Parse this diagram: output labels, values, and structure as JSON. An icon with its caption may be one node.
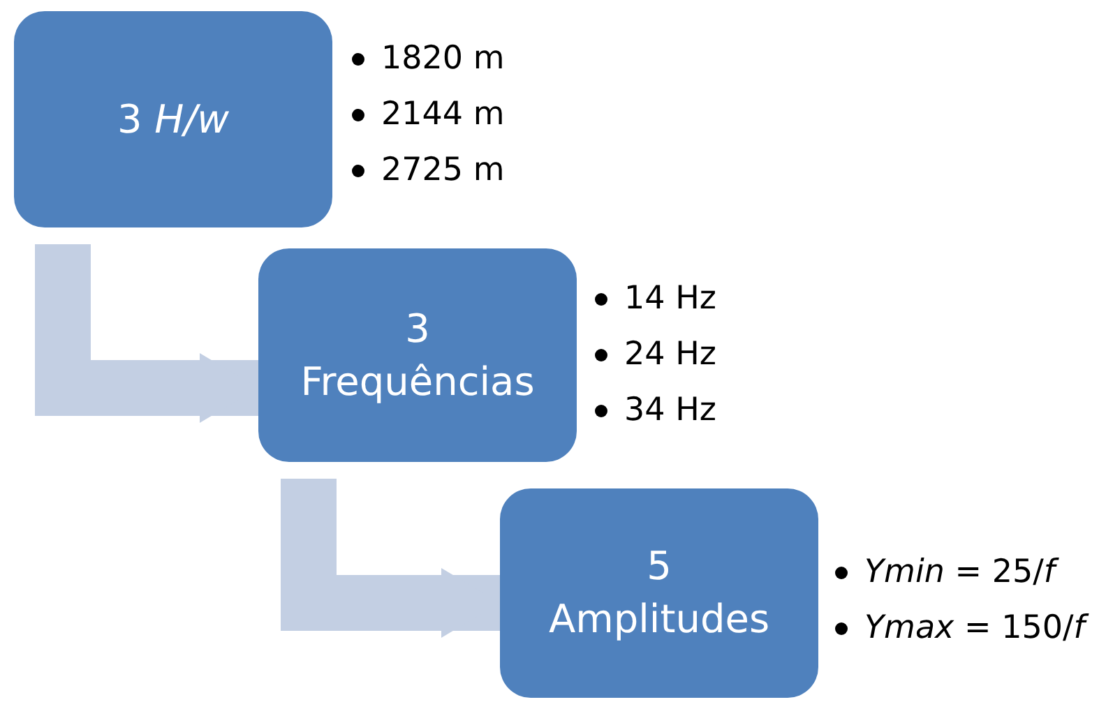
{
  "diagram": {
    "nodes": [
      {
        "text": [
          "3 *H/w*"
        ],
        "beside": [
          "1820 m",
          "2144 m",
          "2725 m"
        ]
      },
      {
        "text": [
          "3 Frequências"
        ],
        "beside": [
          "14 Hz",
          "24 Hz",
          "34 Hz"
        ]
      },
      {
        "text": [
          "5 Amplitudes"
        ],
        "beside": [
          "*Ymin* = 25/*f*",
          "*Ymax* = 150/*f*"
        ]
      }
    ],
    "edges": [
      {
        "from": 0,
        "to": 1,
        "arrow": "to"
      },
      {
        "from": 1,
        "to": 2,
        "arrow": "to"
      }
    ]
  }
}
